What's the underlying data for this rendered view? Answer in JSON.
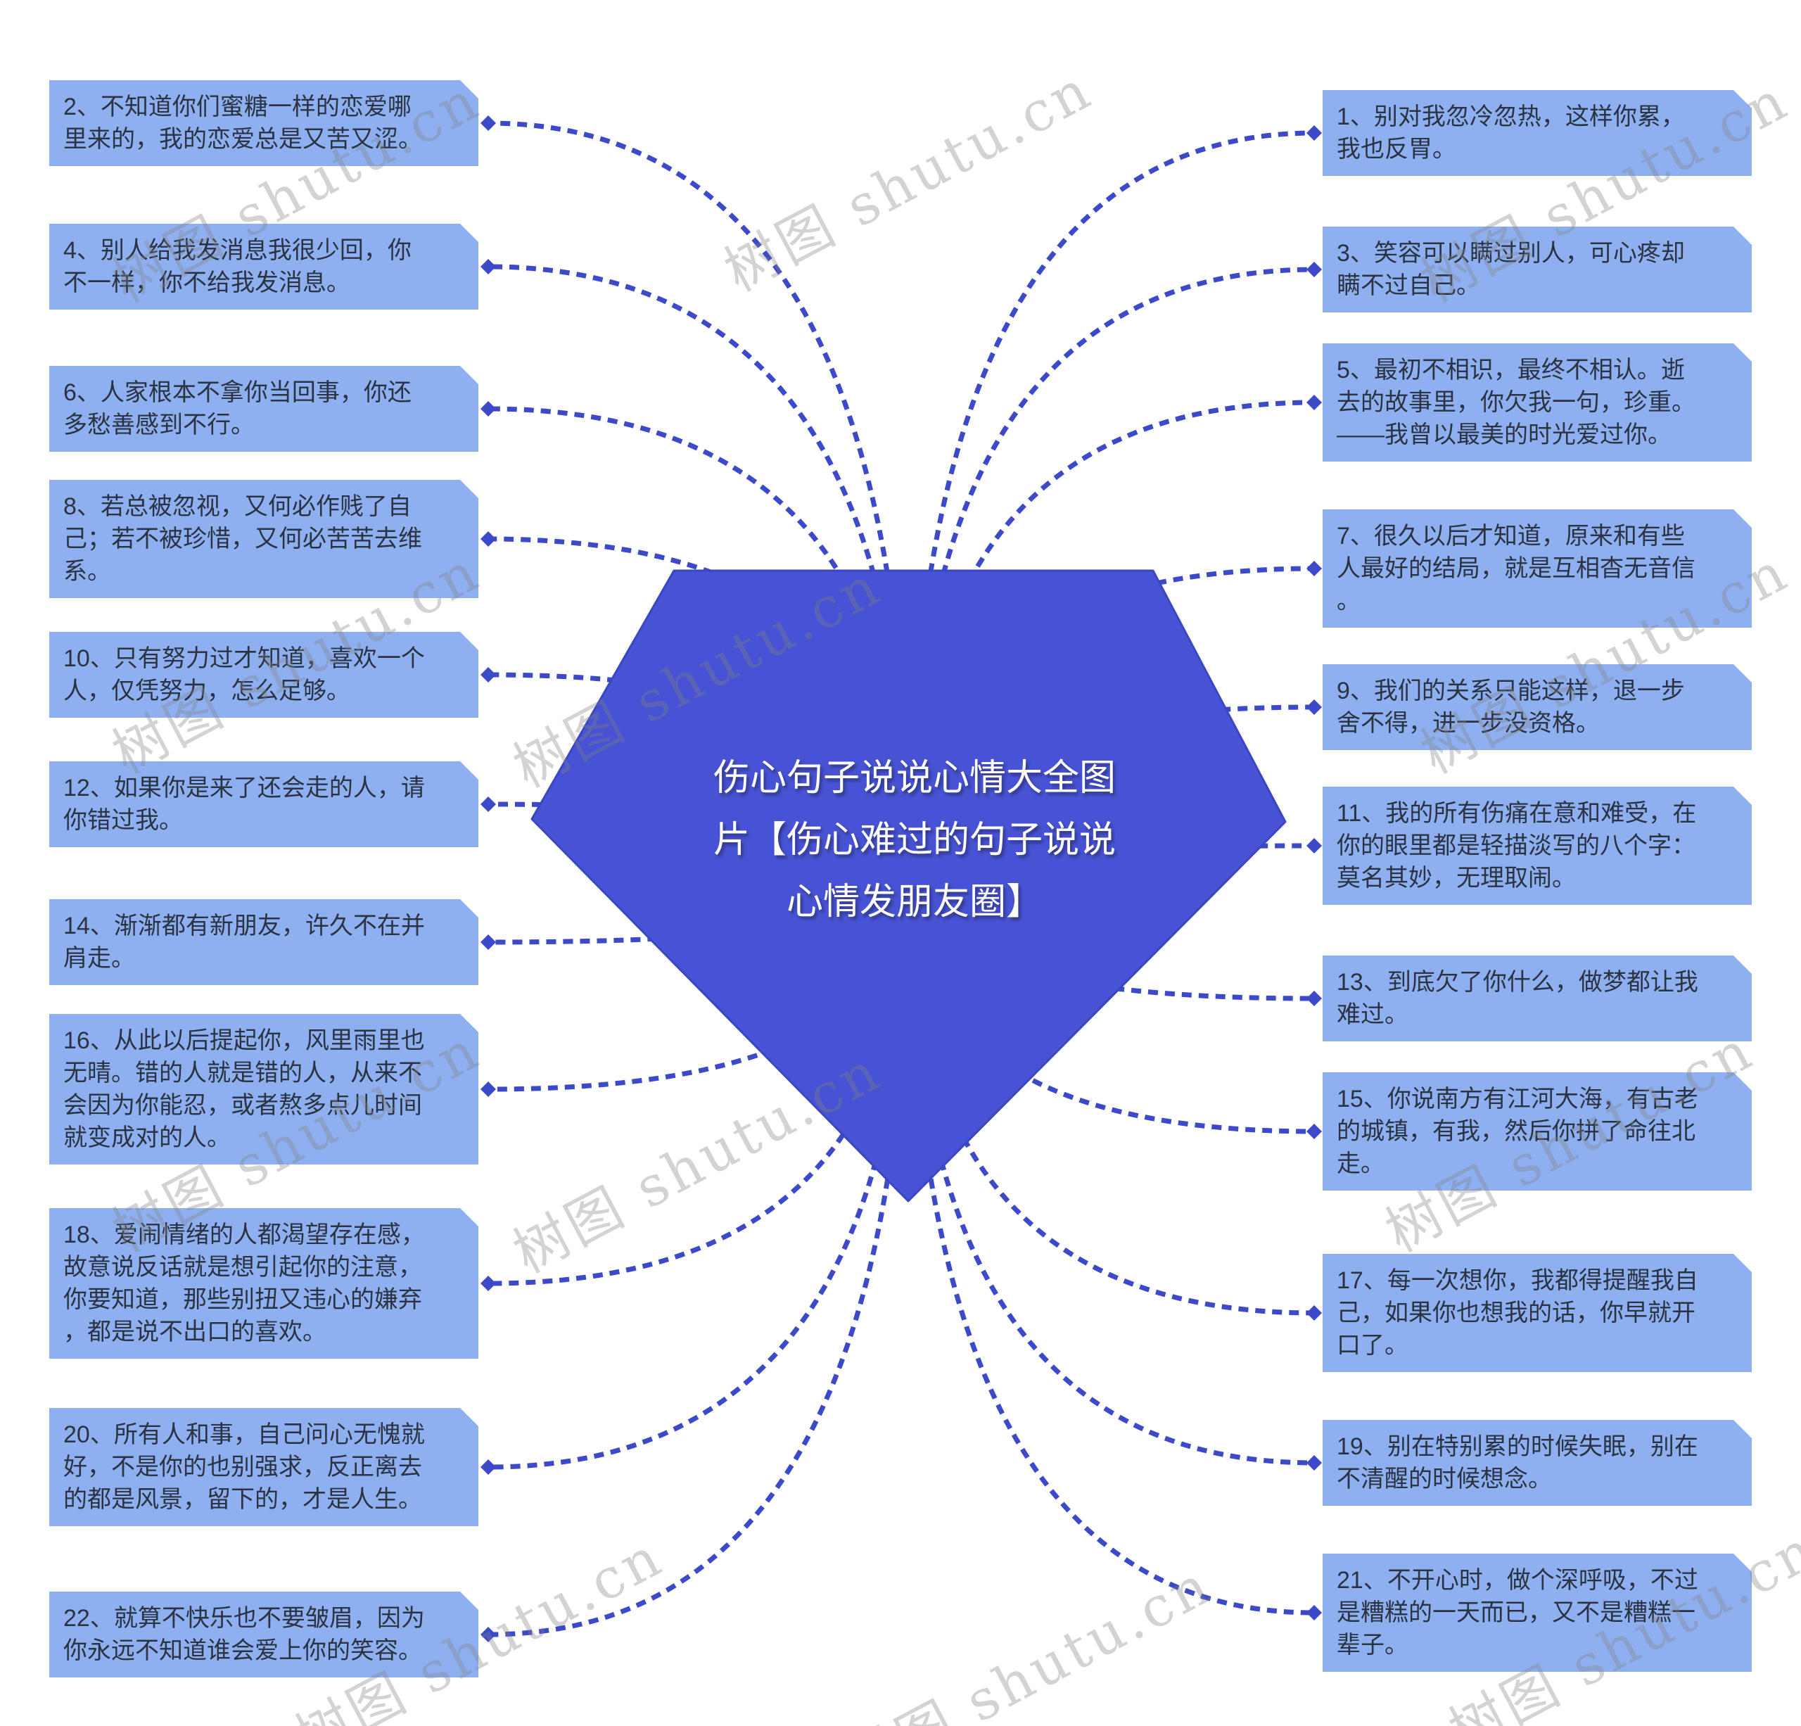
{
  "center": {
    "title": "伤心句子说说心情大全图片【伤心难过的句子说说心情发朋友圈】"
  },
  "watermark": {
    "text": "树图 shutu.cn"
  },
  "colors": {
    "center_fill": "#4753d4",
    "center_stroke": "#3a46c2",
    "box_fill": "#8fb0f0",
    "box_text": "#2b3342",
    "connector": "#3c49c8",
    "watermark": "rgba(128,128,130,0.35)",
    "background": "#ffffff",
    "title_text": "#ffffff"
  },
  "quotes": [
    {
      "text": "1、别对我忽冷忽热，这样你累，我也反胃。"
    },
    {
      "text": "2、不知道你们蜜糖一样的恋爱哪里来的，我的恋爱总是又苦又涩。"
    },
    {
      "text": "3、笑容可以瞒过别人，可心疼却瞒不过自己。"
    },
    {
      "text": "4、别人给我发消息我很少回，你不一样，你不给我发消息。"
    },
    {
      "text": "5、最初不相识，最终不相认。逝去的故事里，你欠我一句，珍重。——我曾以最美的时光爱过你。"
    },
    {
      "text": "6、人家根本不拿你当回事，你还多愁善感到不行。"
    },
    {
      "text": "7、很久以后才知道，原来和有些人最好的结局，就是互相杳无音信。"
    },
    {
      "text": "8、若总被忽视，又何必作贱了自己；若不被珍惜，又何必苦苦去维系。"
    },
    {
      "text": "9、我们的关系只能这样，退一步舍不得，进一步没资格。"
    },
    {
      "text": "10、只有努力过才知道，喜欢一个人，仅凭努力，怎么足够。"
    },
    {
      "text": "11、我的所有伤痛在意和难受，在你的眼里都是轻描淡写的八个字：莫名其妙，无理取闹。"
    },
    {
      "text": "12、如果你是来了还会走的人，请你错过我。"
    },
    {
      "text": "13、到底欠了你什么，做梦都让我难过。"
    },
    {
      "text": "14、渐渐都有新朋友，许久不在并肩走。"
    },
    {
      "text": "15、你说南方有江河大海，有古老的城镇，有我，然后你拼了命往北走。"
    },
    {
      "text": "16、从此以后提起你，风里雨里也无晴。错的人就是错的人，从来不会因为你能忍，或者熬多点儿时间就变成对的人。"
    },
    {
      "text": "17、每一次想你，我都得提醒我自己，如果你也想我的话，你早就开口了。"
    },
    {
      "text": "18、爱闹情绪的人都渴望存在感，故意说反话就是想引起你的注意，你要知道，那些别扭又违心的嫌弃，都是说不出口的喜欢。"
    },
    {
      "text": "19、别在特别累的时候失眠，别在不清醒的时候想念。"
    },
    {
      "text": "20、所有人和事，自己问心无愧就好，不是你的也别强求，反正离去的都是风景，留下的，才是人生。"
    },
    {
      "text": "21、不开心时，做个深呼吸，不过是糟糕的一天而已，又不是糟糕一辈子。"
    },
    {
      "text": "22、就算不快乐也不要皱眉，因为你永远不知道谁会爱上你的笑容。"
    }
  ]
}
